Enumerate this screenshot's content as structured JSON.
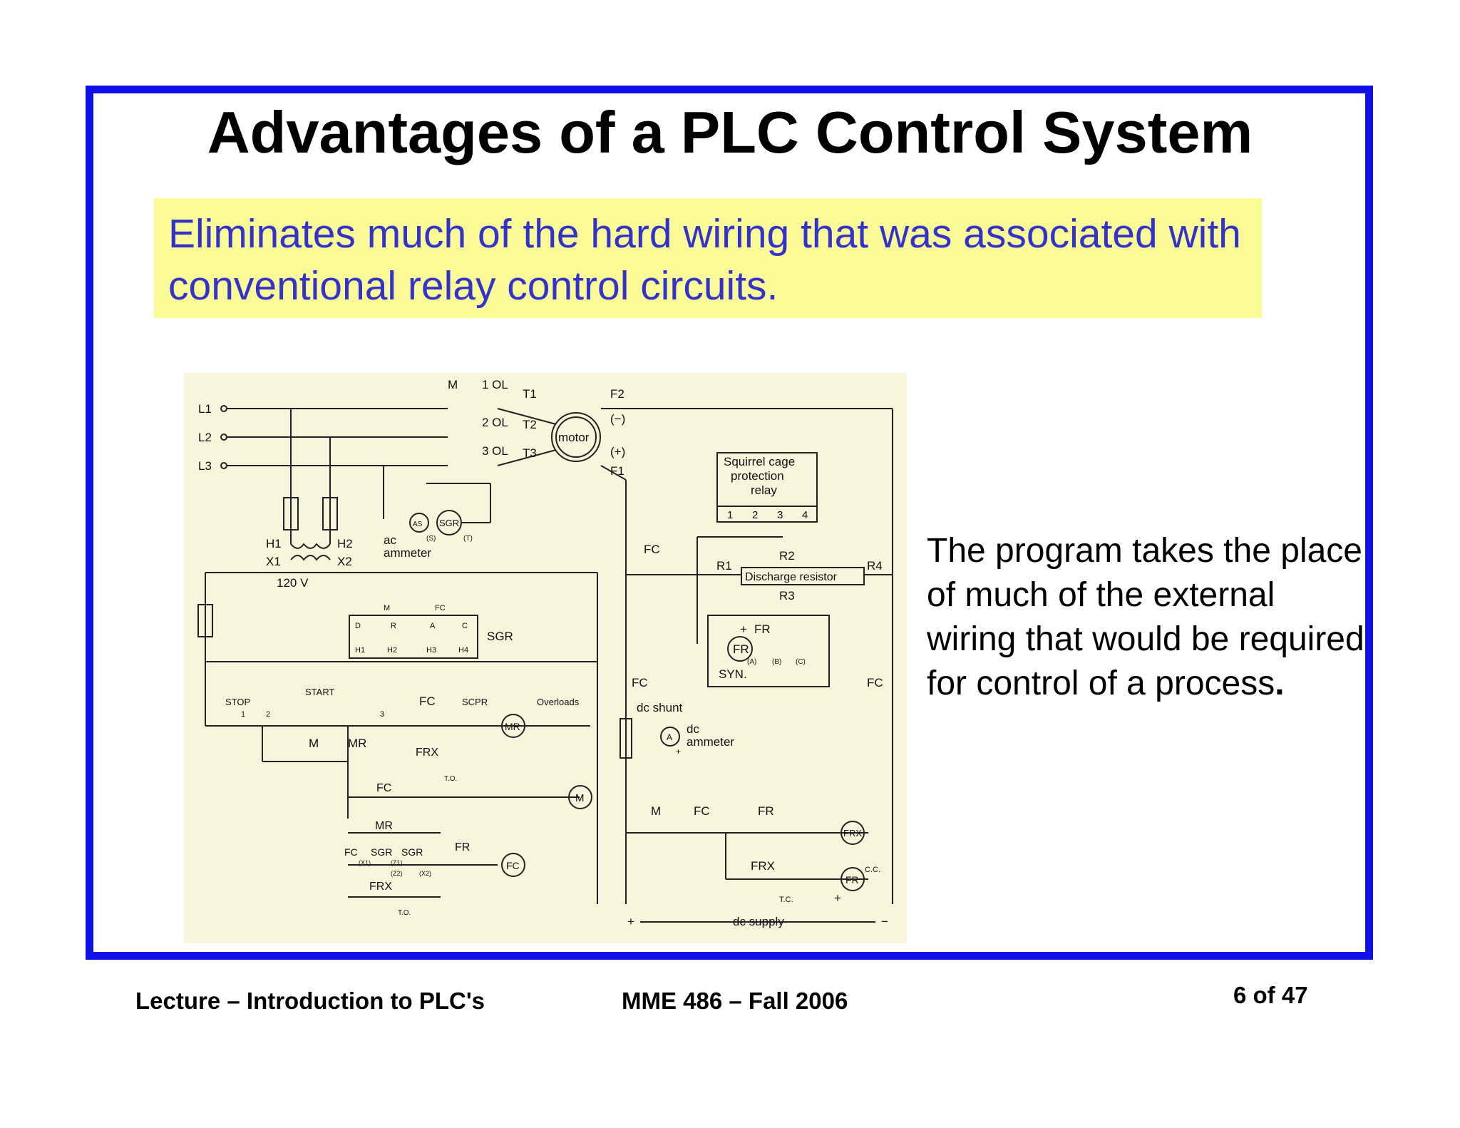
{
  "slide": {
    "title": "Advantages of a PLC Control System",
    "highlight": "Eliminates much of the hard wiring that was associated with conventional relay control circuits.",
    "side_text": "The program takes the place of much of the external wiring that would be required for control of a process",
    "side_text_end": "."
  },
  "footer": {
    "left": "Lecture – Introduction to PLC's",
    "center": "MME 486 – Fall 2006",
    "page": "6 of 47"
  },
  "schematic": {
    "lines": {
      "l1": "L1",
      "l2": "L2",
      "l3": "L3"
    },
    "top": {
      "m": "M",
      "ol1": "1 OL",
      "ol2": "2 OL",
      "ol3": "3 OL",
      "t1": "T1",
      "t2": "T2",
      "t3": "T3",
      "motor": "motor",
      "f2": "F2",
      "minus": "(−)",
      "plus": "(+)",
      "f1": "F1"
    },
    "transformer": {
      "h1": "H1",
      "h2": "H2",
      "x1": "X1",
      "x2": "X2",
      "v120": "120 V"
    },
    "ammeter": {
      "as": "AS",
      "s": "(S)",
      "sgr": "SGR",
      "t": "(T)",
      "label1": "ac",
      "label2": "ammeter"
    },
    "sgr_block": {
      "m": "M",
      "fc": "FC",
      "d": "D",
      "r": "R",
      "a": "A",
      "c": "C",
      "h1": "H1",
      "h2": "H2",
      "h3": "H3",
      "h4": "H4",
      "sgr": "SGR"
    },
    "relay_box": {
      "line1": "Squirrel cage",
      "line2": "protection",
      "line3": "relay",
      "n1": "1",
      "n2": "2",
      "n3": "3",
      "n4": "4"
    },
    "discharge": {
      "fc": "FC",
      "r1": "R1",
      "r2": "R2",
      "r3": "R3",
      "r4": "R4",
      "label": "Discharge resistor"
    },
    "field": {
      "plus": "+",
      "fr_top": "FR",
      "fr": "FR",
      "a": "(A)",
      "b": "(B)",
      "c": "(C)",
      "syn": "SYN."
    },
    "dc": {
      "fc_left": "FC",
      "fc_right": "FC",
      "shunt": "dc shunt",
      "amm1": "dc",
      "amm2": "ammeter",
      "a": "A",
      "plus": "+"
    },
    "control": {
      "stop": "STOP",
      "start": "START",
      "n1": "1",
      "n2": "2",
      "n3": "3",
      "fc": "FC",
      "scpr": "SCPR",
      "mr": "MR",
      "overloads": "Overloads",
      "m": "M",
      "mr2": "MR",
      "frx": "FRX",
      "to1": "T.O.",
      "fc2": "FC",
      "m_coil": "M",
      "mr3": "MR",
      "fc3": "FC",
      "sgr1": "SGR",
      "sgr2": "SGR",
      "x1": "(X1)",
      "z1": "(Z1)",
      "z2": "(Z2)",
      "x2": "(X2)",
      "fr": "FR",
      "fc_coil": "FC",
      "frx2": "FRX",
      "to2": "T.O."
    },
    "dc_control": {
      "m": "M",
      "fc": "FC",
      "fr": "FR",
      "frx_coil": "FRX",
      "frx": "FRX",
      "tc": "T.C.",
      "fr_coil": "FR",
      "cc": "C.C.",
      "plus": "+",
      "supply": "dc supply",
      "sup_plus": "+",
      "sup_minus": "−"
    }
  }
}
